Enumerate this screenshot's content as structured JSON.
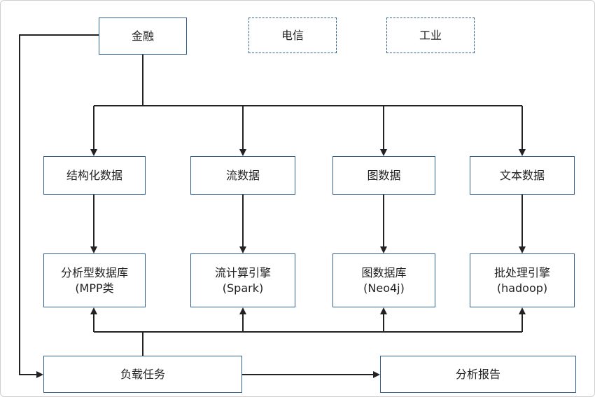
{
  "diagram": {
    "industries": {
      "finance": "金融",
      "telecom": "电信",
      "industry": "工业"
    },
    "data_types": {
      "structured": "结构化数据",
      "stream": "流数据",
      "graph": "图数据",
      "text": "文本数据"
    },
    "engines": {
      "analytic_db": {
        "line1": "分析型数据库",
        "line2": "(MPP类"
      },
      "stream_engine": {
        "line1": "流计算引擎",
        "line2": "(Spark)"
      },
      "graph_db": {
        "line1": "图数据库",
        "line2": "(Neo4j)"
      },
      "batch_engine": {
        "line1": "批处理引擎",
        "line2": "(hadoop)"
      }
    },
    "workload": "负载任务",
    "report": "分析报告",
    "colors": {
      "box_border": "#2f5f8f",
      "line": "#222222"
    }
  }
}
